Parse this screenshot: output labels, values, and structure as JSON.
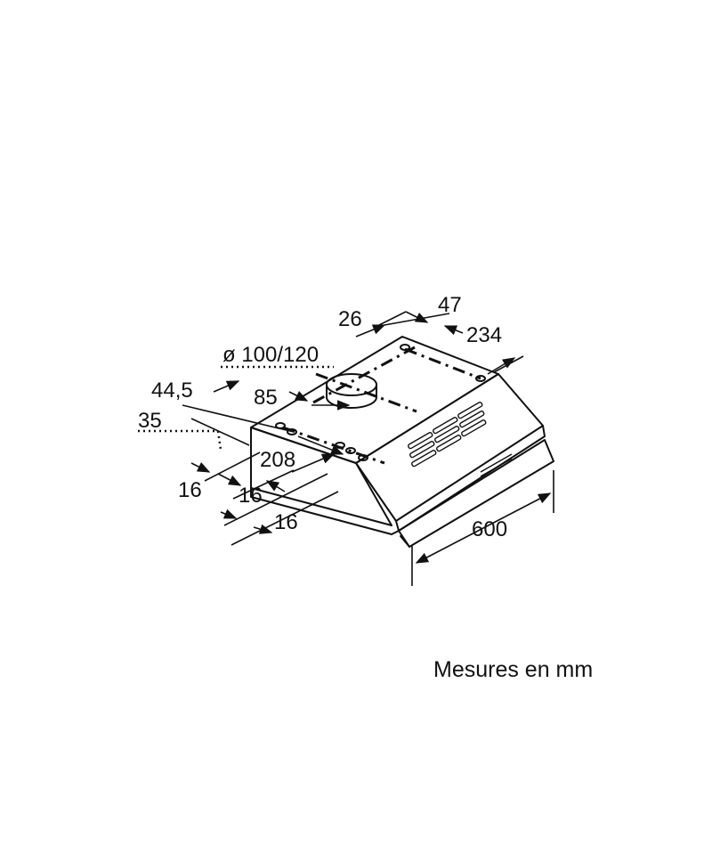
{
  "drawing": {
    "caption": "Mesures en mm",
    "dimensions": {
      "d26": "26",
      "d47": "47",
      "d234": "234",
      "duct": "ø 100/120",
      "d44_5": "44,5",
      "d85": "85",
      "d35": "35",
      "d208": "208",
      "d16a": "16",
      "d16b": "16",
      "d16c": "16",
      "d600": "600"
    }
  }
}
